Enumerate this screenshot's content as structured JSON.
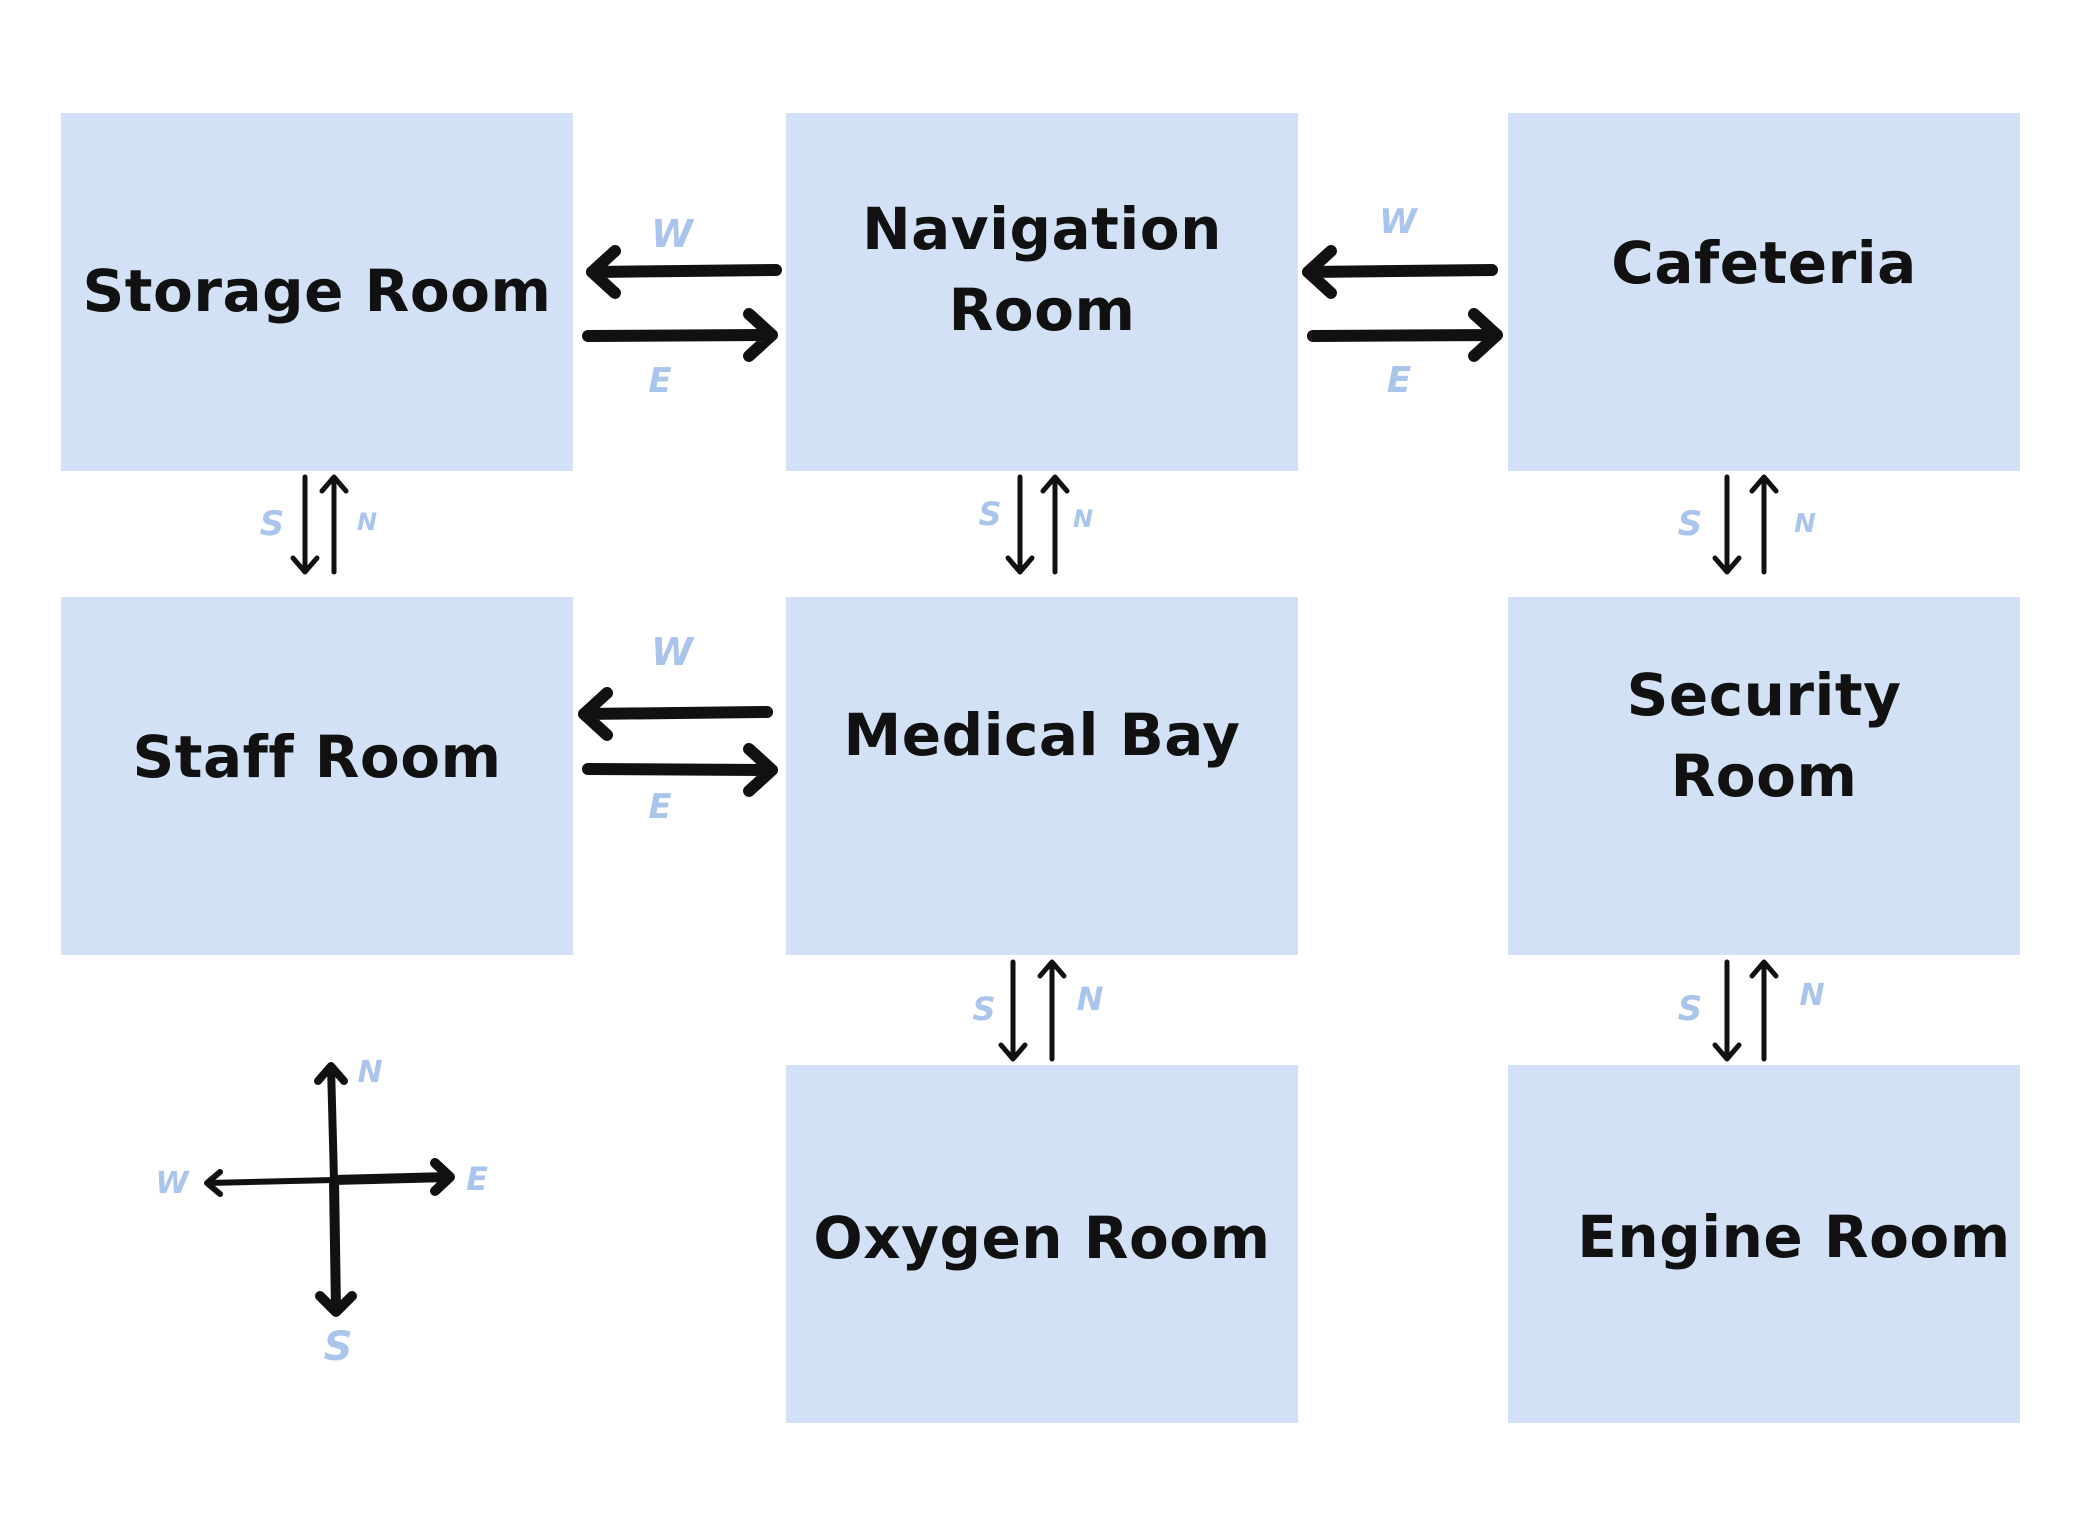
{
  "rooms": {
    "storage": "Storage Room",
    "navigation": "Navigation\nRoom",
    "cafeteria": "Cafeteria",
    "staff": "Staff Room",
    "medical": "Medical Bay",
    "security": "Security Room",
    "oxygen": "Oxygen Room",
    "engine": "Engine Room"
  },
  "directions": {
    "north": "N",
    "south": "S",
    "east": "E",
    "west": "W"
  },
  "colors": {
    "room_fill": "#d2e1f5",
    "arrow": "#111111",
    "direction_letter": "#a9c5ec"
  },
  "connections": [
    {
      "from": "Storage Room",
      "to": "Navigation Room",
      "forward": "E",
      "back": "W"
    },
    {
      "from": "Navigation Room",
      "to": "Cafeteria",
      "forward": "E",
      "back": "W"
    },
    {
      "from": "Staff Room",
      "to": "Medical Bay",
      "forward": "E",
      "back": "W"
    },
    {
      "from": "Storage Room",
      "to": "Staff Room",
      "forward": "S",
      "back": "N"
    },
    {
      "from": "Navigation Room",
      "to": "Medical Bay",
      "forward": "S",
      "back": "N"
    },
    {
      "from": "Cafeteria",
      "to": "Security Room",
      "forward": "S",
      "back": "N"
    },
    {
      "from": "Medical Bay",
      "to": "Oxygen Room",
      "forward": "S",
      "back": "N"
    },
    {
      "from": "Security Room",
      "to": "Engine Room",
      "forward": "S",
      "back": "N"
    }
  ]
}
